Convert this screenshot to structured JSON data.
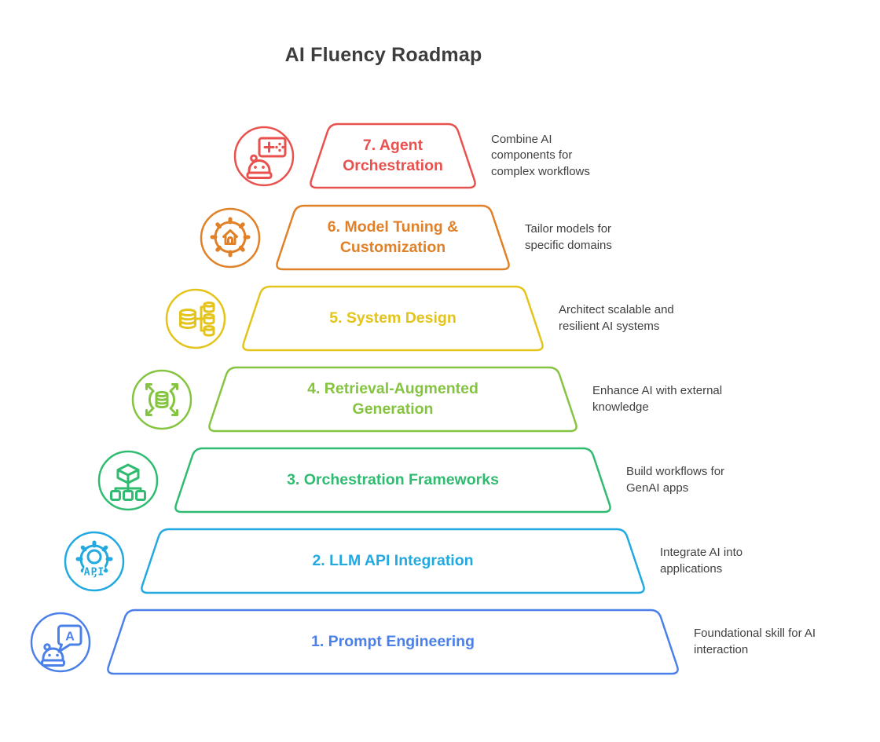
{
  "title": "AI Fluency Roadmap",
  "levels": [
    {
      "level": 7,
      "label": "7. Agent Orchestration",
      "description": "Combine AI components for complex workflows",
      "color": "#E8514D",
      "icon": "agent-orchestration-icon"
    },
    {
      "level": 6,
      "label": "6. Model Tuning & Customization",
      "description": "Tailor models for specific domains",
      "color": "#E08128",
      "icon": "gear-house-icon"
    },
    {
      "level": 5,
      "label": "5. System Design",
      "description": "Architect scalable and resilient AI systems",
      "color": "#E4C41A",
      "icon": "database-topology-icon"
    },
    {
      "level": 4,
      "label": "4. Retrieval-Augmented Generation",
      "description": "Enhance AI with external knowledge",
      "color": "#85C440",
      "icon": "database-expand-icon"
    },
    {
      "level": 3,
      "label": "3. Orchestration Frameworks",
      "description": "Build workflows for GenAI apps",
      "color": "#2FBC70",
      "icon": "cube-hierarchy-icon"
    },
    {
      "level": 2,
      "label": "2. LLM API Integration",
      "description": "Integrate AI into applications",
      "color": "#22A9E0",
      "icon": "api-gear-icon"
    },
    {
      "level": 1,
      "label": "1. Prompt Engineering",
      "description": "Foundational skill for AI interaction",
      "color": "#4B80E9",
      "icon": "robot-chat-icon"
    }
  ],
  "colors": {
    "background": "#FFFFFF",
    "title_text": "#3D3D3D",
    "description_text": "#3F3F3F"
  }
}
